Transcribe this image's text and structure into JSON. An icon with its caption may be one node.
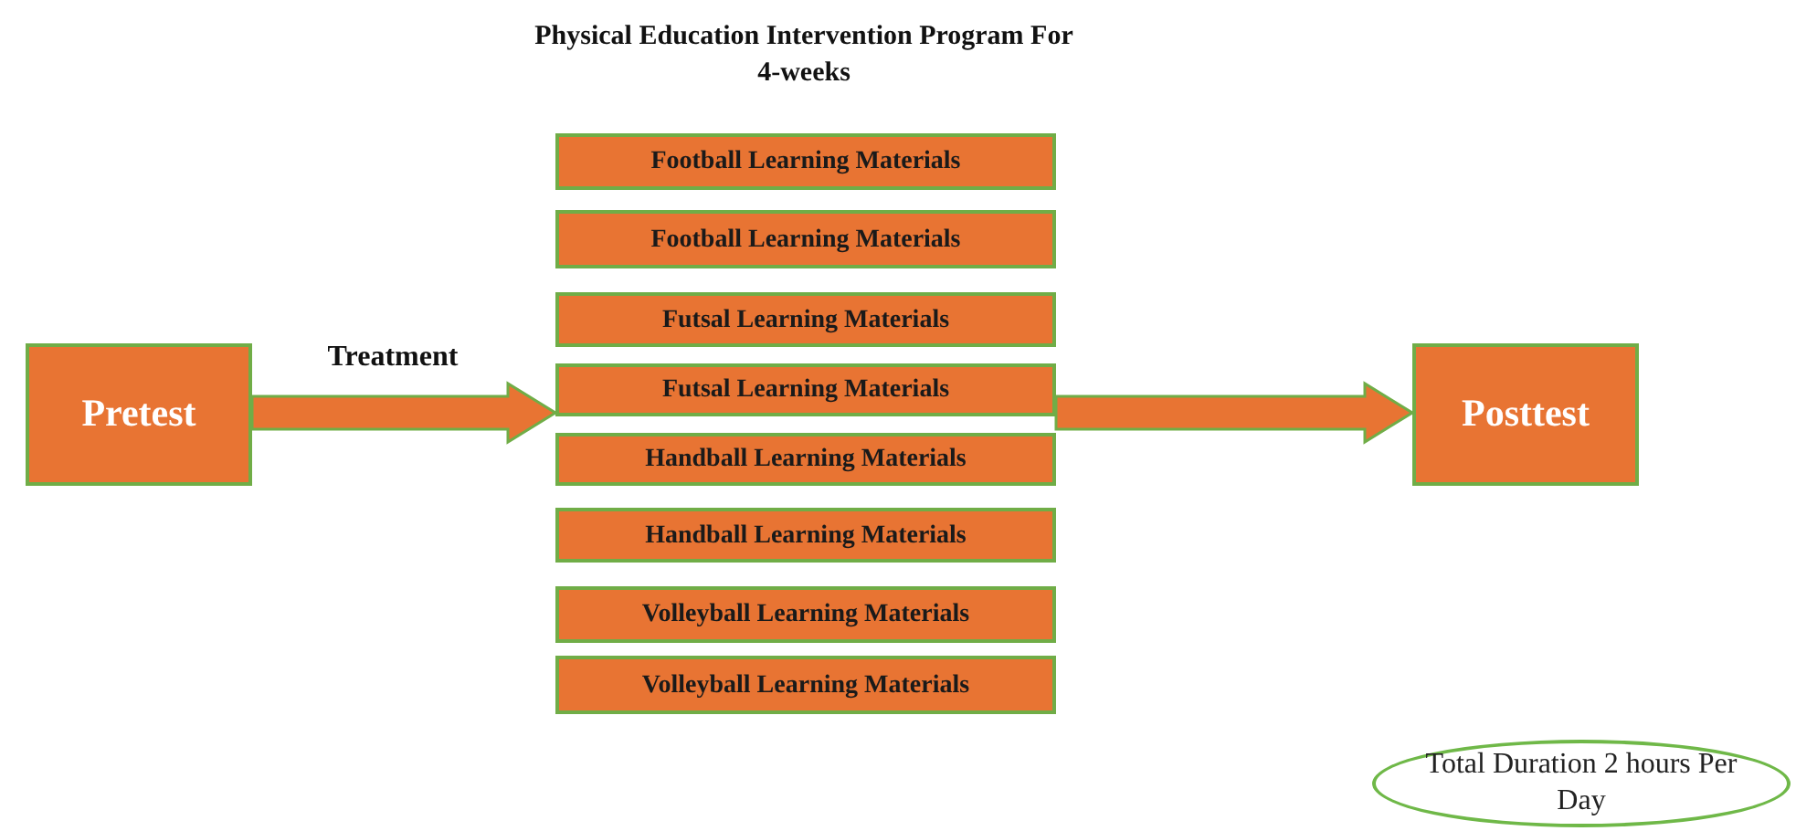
{
  "diagram": {
    "title": "Physical Education Intervention Program For 4-weeks",
    "nodes": [
      {
        "text": [
          "Pretest"
        ]
      },
      {
        "text": [
          "Football Learning Materials"
        ]
      },
      {
        "text": [
          "Football Learning Materials"
        ]
      },
      {
        "text": [
          "Futsal Learning Materials"
        ]
      },
      {
        "text": [
          "Futsal Learning Materials"
        ]
      },
      {
        "text": [
          "Handball Learning Materials"
        ]
      },
      {
        "text": [
          "Handball Learning Materials"
        ]
      },
      {
        "text": [
          "Volleyball Learning Materials"
        ]
      },
      {
        "text": [
          "Volleyball Learning Materials"
        ]
      },
      {
        "text": [
          "Posttest"
        ]
      },
      {
        "text": [
          "Total Duration 2 hours Per Day"
        ]
      }
    ],
    "edges": [
      {
        "from": 0,
        "to": 4,
        "arrow": "to",
        "label": "Treatment"
      },
      {
        "from": 4,
        "to": 9,
        "arrow": "to"
      }
    ]
  }
}
